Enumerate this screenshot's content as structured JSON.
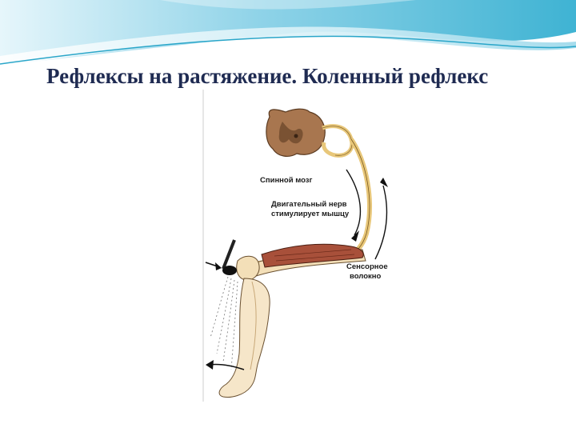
{
  "slide": {
    "title": "Рефлексы на растяжение. Коленный рефлекс"
  },
  "figure": {
    "labels": {
      "spinal_cord": "Спинной мозг",
      "motor_nerve_line1": "Двигательный нерв",
      "motor_nerve_line2": "стимулирует мышцу",
      "sensory_fiber_line1": "Сенсорное",
      "sensory_fiber_line2": "волокно"
    }
  },
  "colors": {
    "title": "#1f2b52",
    "wave_dark": "#3fb3d3",
    "wave_light": "#b7e6f2",
    "muscle": "#a8503a",
    "nerve": "#e8c77a"
  }
}
